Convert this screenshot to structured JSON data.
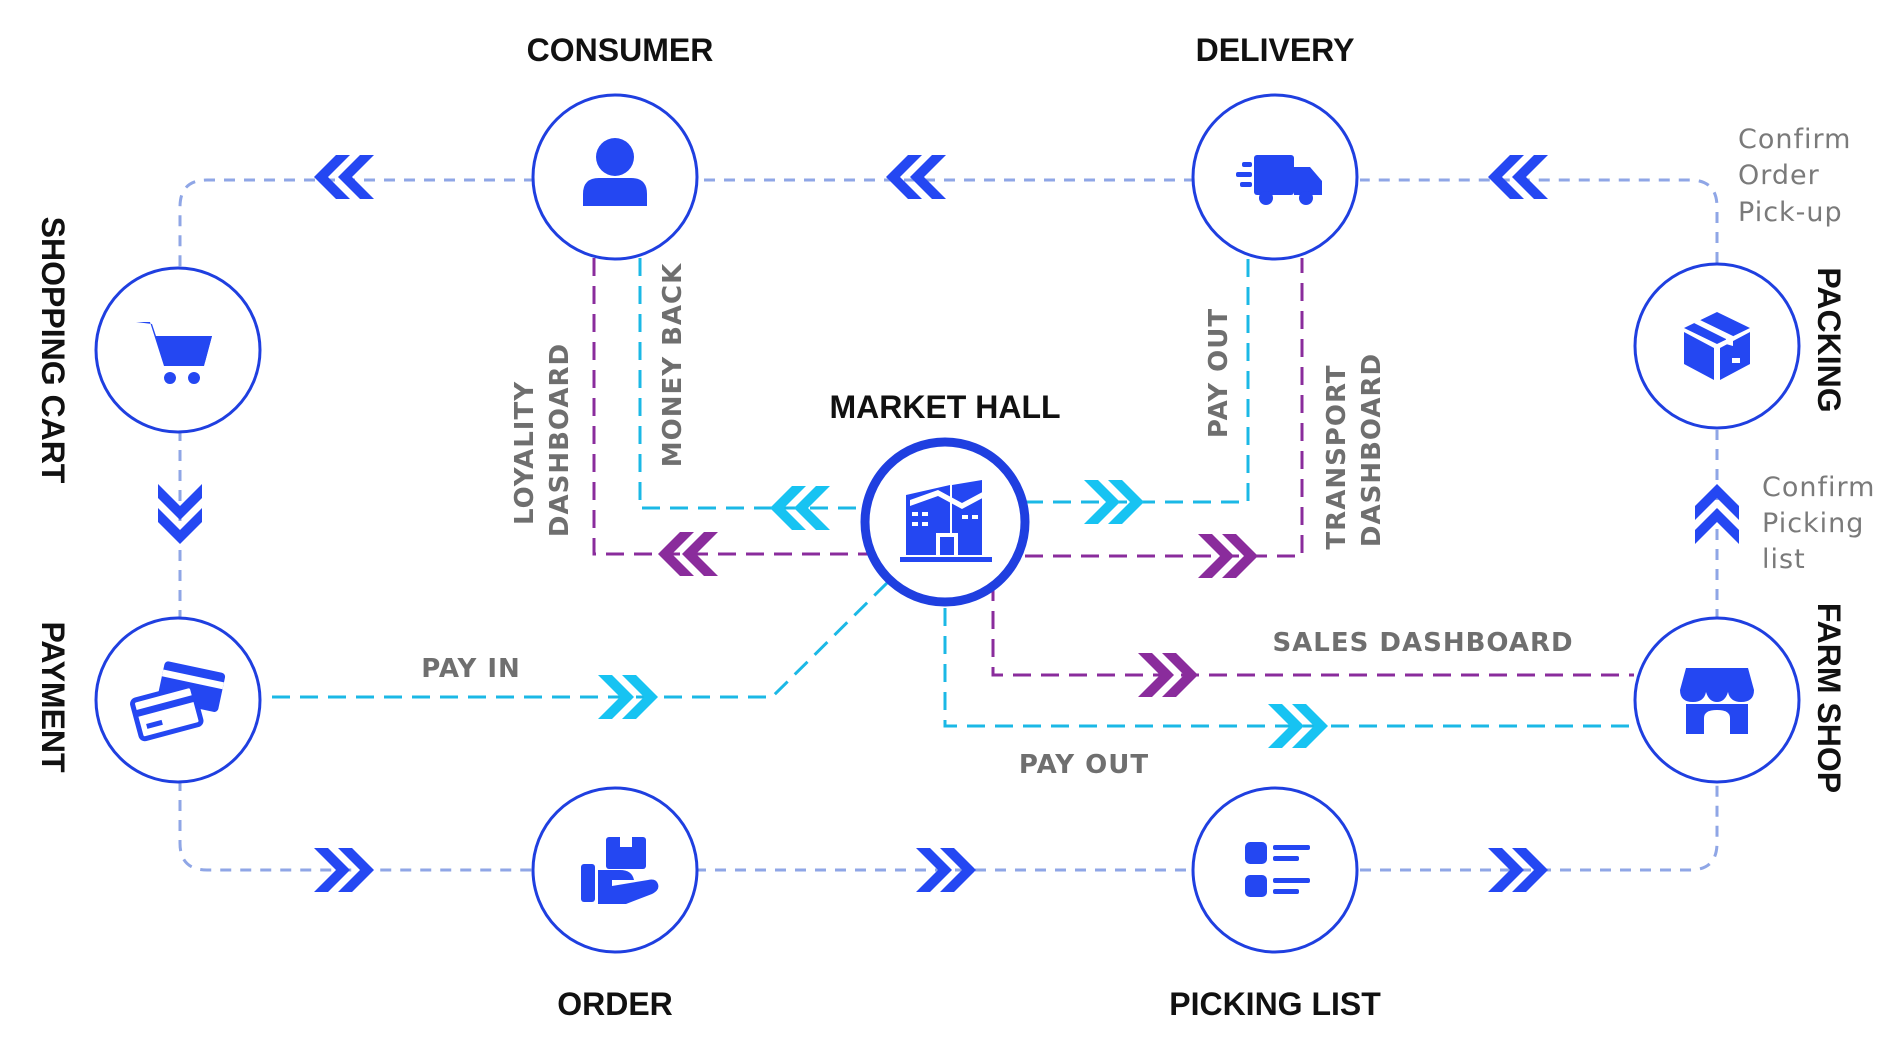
{
  "colors": {
    "node_stroke": "#1F3FE0",
    "node_fill": "#ffffff",
    "icon": "#2447F2",
    "main_loop": "#8FA6E6",
    "main_chevron": "#2447F2",
    "money_flow": "#1BB8E6",
    "money_chevron": "#17C3F2",
    "data_flow": "#8A2C9C",
    "data_chevron": "#8A2C9C",
    "title_text": "#111111",
    "label_text": "#6f6f6f"
  },
  "nodes": {
    "consumer": {
      "title": "CONSUMER",
      "icon": "user-icon"
    },
    "delivery": {
      "title": "DELIVERY",
      "icon": "delivery-truck-icon"
    },
    "shopping_cart": {
      "title": "SHOPPING CART",
      "icon": "shopping-cart-icon"
    },
    "payment": {
      "title": "PAYMENT",
      "icon": "credit-cards-icon"
    },
    "market_hall": {
      "title": "MARKET HALL",
      "icon": "market-hall-building-icon"
    },
    "packing": {
      "title": "PACKING",
      "icon": "package-box-icon"
    },
    "farm_shop": {
      "title": "FARM SHOP",
      "icon": "storefront-icon"
    },
    "order": {
      "title": "ORDER",
      "icon": "hand-package-icon"
    },
    "picking_list": {
      "title": "PICKING LIST",
      "icon": "checklist-icon"
    }
  },
  "flows": {
    "loyalty_dashboard": [
      "LOYALITY",
      "DASHBOARD"
    ],
    "money_back": "MONEY BACK",
    "pay_out_delivery": "PAY OUT",
    "transport_dashboard": [
      "TRANSPORT",
      "DASHBOARD"
    ],
    "pay_in": "PAY IN",
    "sales_dashboard": "SALES DASHBOARD",
    "pay_out_farm": "PAY OUT"
  },
  "notes": {
    "confirm_pickup": [
      "Confirm",
      "Order",
      "Pick-up"
    ],
    "confirm_picking": [
      "Confirm",
      "Picking",
      "list"
    ]
  }
}
